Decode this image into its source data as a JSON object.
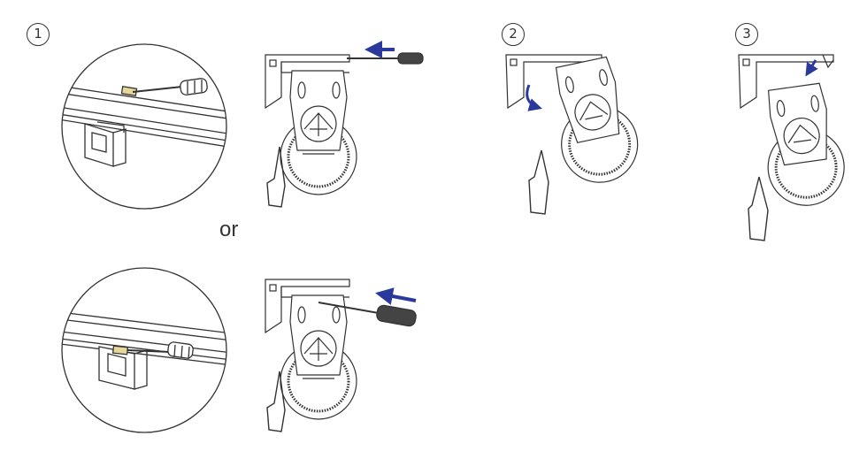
{
  "diagram": {
    "steps": [
      {
        "number": "1"
      },
      {
        "number": "2"
      },
      {
        "number": "3"
      }
    ],
    "or_label": "or",
    "colors": {
      "line": "#333333",
      "arrow": "#2a3a9c",
      "tab": "#e8d79a"
    }
  }
}
